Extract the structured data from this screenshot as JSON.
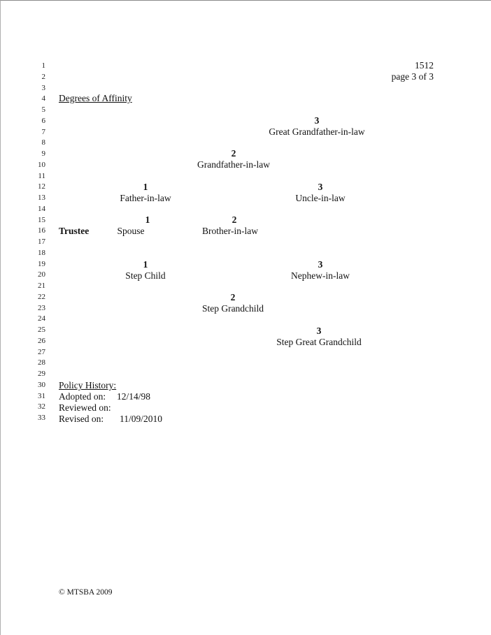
{
  "header": {
    "policy_number": "1512",
    "page_label": "page 3 of 3"
  },
  "line_numbers": [
    "1",
    "2",
    "3",
    "4",
    "5",
    "6",
    "7",
    "8",
    "9",
    "10",
    "11",
    "12",
    "13",
    "14",
    "15",
    "16",
    "17",
    "18",
    "19",
    "20",
    "21",
    "22",
    "23",
    "24",
    "25",
    "26",
    "27",
    "28",
    "29",
    "30",
    "31",
    "32",
    "33"
  ],
  "section_title": "Degrees of Affinity",
  "chart": {
    "root_label": "Trustee",
    "nodes": {
      "great_grandfather": {
        "degree": "3",
        "label": "Great Grandfather-in-law"
      },
      "grandfather": {
        "degree": "2",
        "label": "Grandfather-in-law"
      },
      "father": {
        "degree": "1",
        "label": "Father-in-law"
      },
      "uncle": {
        "degree": "3",
        "label": "Uncle-in-law"
      },
      "spouse": {
        "degree": "1",
        "label": "Spouse"
      },
      "brother": {
        "degree": "2",
        "label": "Brother-in-law"
      },
      "step_child": {
        "degree": "1",
        "label": "Step Child"
      },
      "nephew": {
        "degree": "3",
        "label": "Nephew-in-law"
      },
      "step_grandchild": {
        "degree": "2",
        "label": "Step Grandchild"
      },
      "step_great_grandchild": {
        "degree": "3",
        "label": "Step Great Grandchild"
      }
    }
  },
  "policy_history": {
    "title": "Policy History:",
    "adopted_label": "Adopted on:",
    "adopted_value": "12/14/98",
    "reviewed_label": "Reviewed on:",
    "reviewed_value": "",
    "revised_label": "Revised on:",
    "revised_value": "11/09/2010"
  },
  "footer": {
    "copyright": "© MTSBA 2009"
  }
}
